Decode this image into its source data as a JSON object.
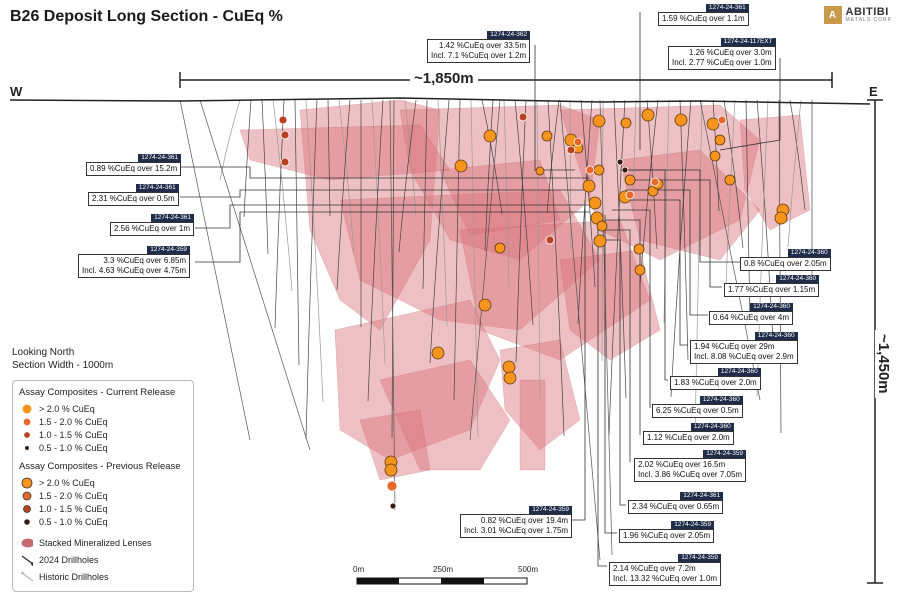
{
  "title": "B26 Deposit Long Section - CuEq %",
  "logo": {
    "mark": "A",
    "main": "ABITIBI",
    "sub": "METALS CORP"
  },
  "directions": {
    "west": "W",
    "east": "E"
  },
  "dimensions": {
    "horizontal": "~1,850m",
    "vertical": "~1,450m"
  },
  "view_note": {
    "line1": "Looking North",
    "line2": "Section Width - 1000m"
  },
  "legend": {
    "current_header": "Assay Composites - Current Release",
    "current_items": [
      "> 2.0 % CuEq",
      "1.5 - 2.0 % CuEq",
      "1.0 - 1.5 % CuEq",
      "0.5 - 1.0 % CuEq"
    ],
    "previous_header": "Assay Composites - Previous Release",
    "previous_items": [
      "> 2.0 % CuEq",
      "1.5 - 2.0 % CuEq",
      "1.0 - 1.5 % CuEq",
      "0.5 - 1.0 % CuEq"
    ],
    "lenses": "Stacked Mineralized Lenses",
    "drill_2024": "2024 Drillholes",
    "drill_hist": "Historic Drillholes"
  },
  "scale": {
    "s0": "0m",
    "s1": "250m",
    "s2": "500m"
  },
  "callouts": [
    {
      "hole": "1274-24-361",
      "l1": "1.59 %CuEq over 1.1m",
      "l2": ""
    },
    {
      "hole": "1274-24-362",
      "l1": "1.42 %CuEq over 33.5m",
      "l2": "Incl. 7.1 %CuEq over 1.2m"
    },
    {
      "hole": "1274-24-117EXT",
      "l1": "1.26 %CuEq over 3.0m",
      "l2": "Incl. 2.77 %CuEq over 1.0m"
    },
    {
      "hole": "1274-24-361",
      "l1": "0.89 %CuEq over 15.2m",
      "l2": ""
    },
    {
      "hole": "1274-24-361",
      "l1": "2.31 %CuEq over 0.5m",
      "l2": ""
    },
    {
      "hole": "1274-24-361",
      "l1": "2.56 %CuEq over 1m",
      "l2": ""
    },
    {
      "hole": "1274-24-359",
      "l1": "3.3 %CuEq over 6.85m",
      "l2": "Incl. 4.63 %CuEq over 4.75m"
    },
    {
      "hole": "1274-24-360",
      "l1": "0.8 %CuEq over 2.05m",
      "l2": ""
    },
    {
      "hole": "1274-24-360",
      "l1": "1.77 %CuEq over 1.15m",
      "l2": ""
    },
    {
      "hole": "1274-24-360",
      "l1": "0.64 %CuEq over 4m",
      "l2": ""
    },
    {
      "hole": "1274-24-360",
      "l1": "1.94 %CuEq over 29m",
      "l2": "Incl. 8.08 %CuEq over 2.9m"
    },
    {
      "hole": "1274-24-360",
      "l1": "1.83 %CuEq over 2.0m",
      "l2": ""
    },
    {
      "hole": "1274-24-360",
      "l1": "6.25 %CuEq over 0.5m",
      "l2": ""
    },
    {
      "hole": "1274-24-360",
      "l1": "1.12 %CuEq over 2.0m",
      "l2": ""
    },
    {
      "hole": "1274-24-359",
      "l1": "2.02 %CuEq over 16.5m",
      "l2": "Incl. 3.86 %CuEq over 7.05m"
    },
    {
      "hole": "1274-24-361",
      "l1": "2.34 %CuEq over 0.65m",
      "l2": ""
    },
    {
      "hole": "1274-24-359",
      "l1": "0.82 %CuEq over 19.4m",
      "l2": "Incl. 3.01 %CuEq over 1.75m"
    },
    {
      "hole": "1274-24-359",
      "l1": "1.96 %CuEq over 2.05m",
      "l2": ""
    },
    {
      "hole": "1274-24-359",
      "l1": "2.14 %CuEq over 7.2m",
      "l2": "Incl. 13.32 %CuEq over 1.0m"
    }
  ],
  "colors": {
    "grade_gt2": "#f7941d",
    "grade_15_2": "#e8672a",
    "grade_10_15": "#b8421f",
    "grade_05_10": "#3a1a10",
    "lens": "#d9737a",
    "hole_label_bg": "#1f2d4a"
  }
}
